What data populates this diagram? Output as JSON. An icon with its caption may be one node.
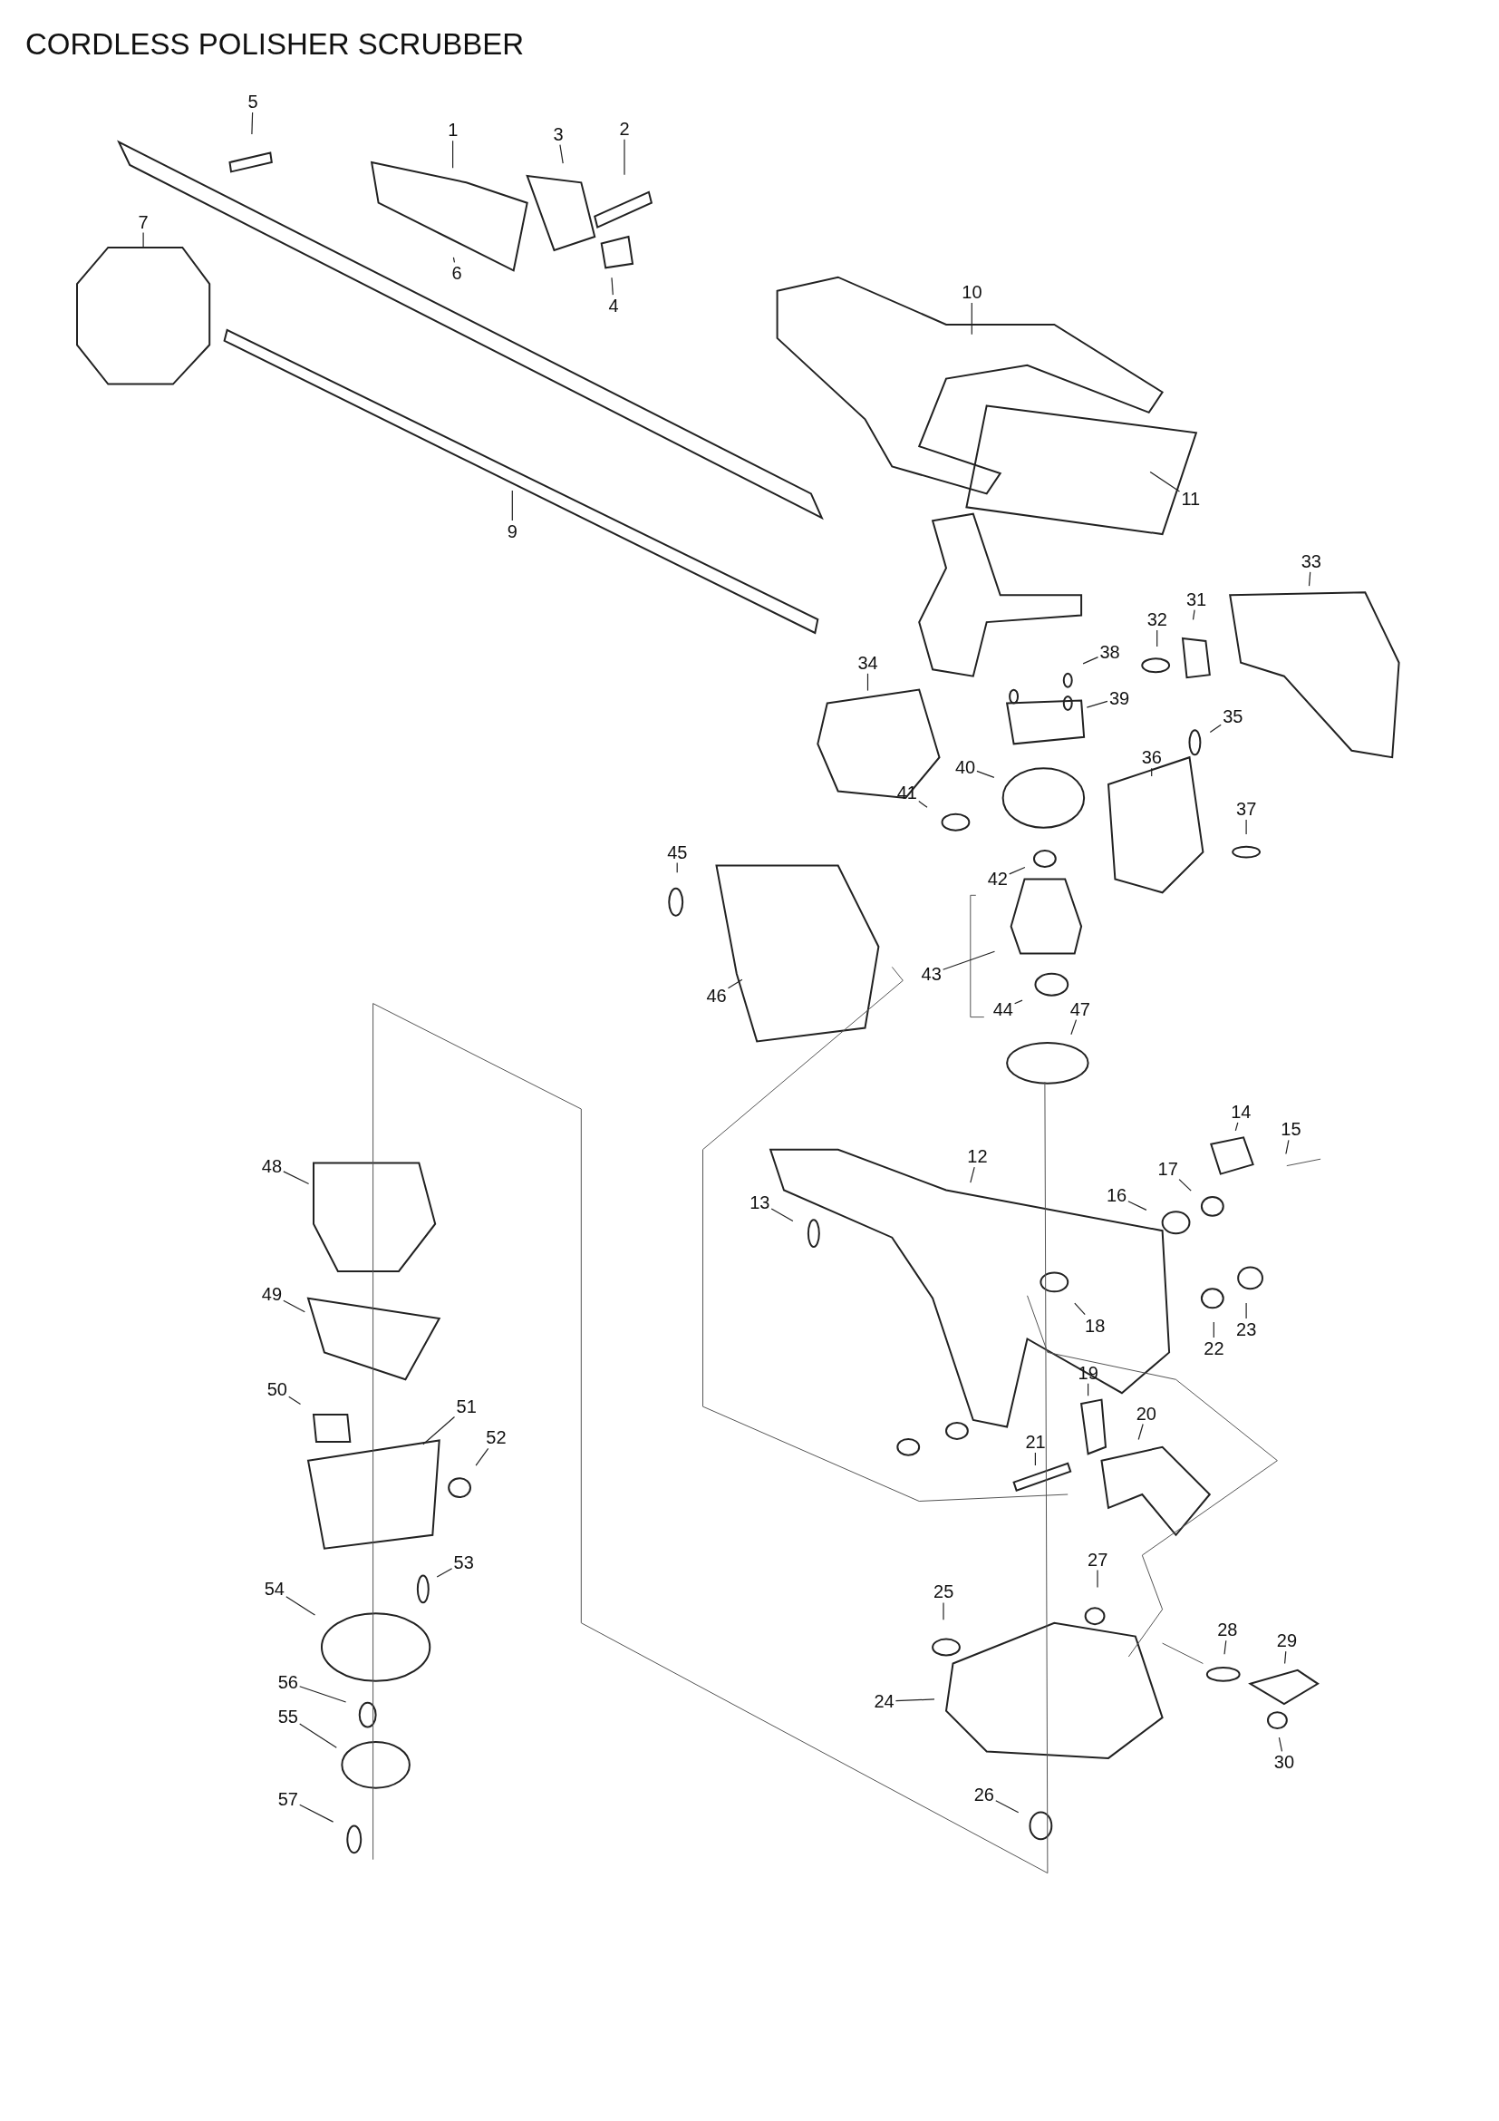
{
  "diagram": {
    "title": "CORDLESS POLISHER SCRUBBER",
    "nodes": [
      {
        "text": [
          "1"
        ]
      },
      {
        "text": [
          "2"
        ]
      },
      {
        "text": [
          "3"
        ]
      },
      {
        "text": [
          "4"
        ]
      },
      {
        "text": [
          "5"
        ]
      },
      {
        "text": [
          "6"
        ]
      },
      {
        "text": [
          "7"
        ]
      },
      {
        "text": [
          "9"
        ]
      },
      {
        "text": [
          "10"
        ]
      },
      {
        "text": [
          "11"
        ]
      },
      {
        "text": [
          "12"
        ]
      },
      {
        "text": [
          "13"
        ]
      },
      {
        "text": [
          "14"
        ]
      },
      {
        "text": [
          "15"
        ]
      },
      {
        "text": [
          "16"
        ]
      },
      {
        "text": [
          "17"
        ]
      },
      {
        "text": [
          "18"
        ]
      },
      {
        "text": [
          "19"
        ]
      },
      {
        "text": [
          "20"
        ]
      },
      {
        "text": [
          "21"
        ]
      },
      {
        "text": [
          "22"
        ]
      },
      {
        "text": [
          "23"
        ]
      },
      {
        "text": [
          "24"
        ]
      },
      {
        "text": [
          "25"
        ]
      },
      {
        "text": [
          "26"
        ]
      },
      {
        "text": [
          "27"
        ]
      },
      {
        "text": [
          "28"
        ]
      },
      {
        "text": [
          "29"
        ]
      },
      {
        "text": [
          "30"
        ]
      },
      {
        "text": [
          "31"
        ]
      },
      {
        "text": [
          "32"
        ]
      },
      {
        "text": [
          "33"
        ]
      },
      {
        "text": [
          "34"
        ]
      },
      {
        "text": [
          "35"
        ]
      },
      {
        "text": [
          "36"
        ]
      },
      {
        "text": [
          "37"
        ]
      },
      {
        "text": [
          "38"
        ]
      },
      {
        "text": [
          "39"
        ]
      },
      {
        "text": [
          "40"
        ]
      },
      {
        "text": [
          "41"
        ]
      },
      {
        "text": [
          "42"
        ]
      },
      {
        "text": [
          "43"
        ]
      },
      {
        "text": [
          "44"
        ]
      },
      {
        "text": [
          "45"
        ]
      },
      {
        "text": [
          "46"
        ]
      },
      {
        "text": [
          "47"
        ]
      },
      {
        "text": [
          "48"
        ]
      },
      {
        "text": [
          "49"
        ]
      },
      {
        "text": [
          "50"
        ]
      },
      {
        "text": [
          "51"
        ]
      },
      {
        "text": [
          "52"
        ]
      },
      {
        "text": [
          "53"
        ]
      },
      {
        "text": [
          "54"
        ]
      },
      {
        "text": [
          "55"
        ]
      },
      {
        "text": [
          "56"
        ]
      },
      {
        "text": [
          "57"
        ]
      }
    ],
    "edges": [
      {
        "from": 0,
        "to": null,
        "arrow": "none"
      },
      {
        "from": 1,
        "to": null,
        "arrow": "none"
      },
      {
        "from": 2,
        "to": null,
        "arrow": "none"
      },
      {
        "from": 3,
        "to": null,
        "arrow": "none"
      },
      {
        "from": 4,
        "to": null,
        "arrow": "none"
      },
      {
        "from": 5,
        "to": null,
        "arrow": "none"
      },
      {
        "from": 6,
        "to": null,
        "arrow": "none"
      },
      {
        "from": 7,
        "to": null,
        "arrow": "none"
      },
      {
        "from": 8,
        "to": null,
        "arrow": "none"
      },
      {
        "from": 9,
        "to": null,
        "arrow": "none"
      },
      {
        "from": 10,
        "to": null,
        "arrow": "none"
      },
      {
        "from": 11,
        "to": null,
        "arrow": "none"
      },
      {
        "from": 12,
        "to": null,
        "arrow": "none"
      },
      {
        "from": 13,
        "to": null,
        "arrow": "none"
      },
      {
        "from": 14,
        "to": null,
        "arrow": "none"
      },
      {
        "from": 15,
        "to": null,
        "arrow": "none"
      },
      {
        "from": 16,
        "to": null,
        "arrow": "none"
      },
      {
        "from": 17,
        "to": null,
        "arrow": "none"
      },
      {
        "from": 18,
        "to": null,
        "arrow": "none"
      },
      {
        "from": 19,
        "to": null,
        "arrow": "none"
      },
      {
        "from": 20,
        "to": null,
        "arrow": "none"
      },
      {
        "from": 21,
        "to": null,
        "arrow": "none"
      },
      {
        "from": 22,
        "to": null,
        "arrow": "none"
      },
      {
        "from": 23,
        "to": null,
        "arrow": "none"
      },
      {
        "from": 24,
        "to": null,
        "arrow": "none"
      },
      {
        "from": 25,
        "to": null,
        "arrow": "none"
      },
      {
        "from": 26,
        "to": null,
        "arrow": "none"
      },
      {
        "from": 27,
        "to": null,
        "arrow": "none"
      },
      {
        "from": 28,
        "to": null,
        "arrow": "none"
      },
      {
        "from": 29,
        "to": null,
        "arrow": "none"
      },
      {
        "from": 30,
        "to": null,
        "arrow": "none"
      },
      {
        "from": 31,
        "to": null,
        "arrow": "none"
      },
      {
        "from": 32,
        "to": null,
        "arrow": "none"
      },
      {
        "from": 33,
        "to": null,
        "arrow": "none"
      },
      {
        "from": 34,
        "to": null,
        "arrow": "none"
      },
      {
        "from": 35,
        "to": null,
        "arrow": "none"
      },
      {
        "from": 36,
        "to": null,
        "arrow": "none"
      },
      {
        "from": 37,
        "to": null,
        "arrow": "none"
      },
      {
        "from": 38,
        "to": null,
        "arrow": "none"
      },
      {
        "from": 39,
        "to": null,
        "arrow": "none"
      },
      {
        "from": 40,
        "to": null,
        "arrow": "none"
      },
      {
        "from": 41,
        "to": null,
        "arrow": "none"
      },
      {
        "from": 42,
        "to": null,
        "arrow": "none"
      },
      {
        "from": 43,
        "to": null,
        "arrow": "none"
      },
      {
        "from": 44,
        "to": null,
        "arrow": "none"
      },
      {
        "from": 45,
        "to": null,
        "arrow": "none"
      },
      {
        "from": 46,
        "to": null,
        "arrow": "none"
      },
      {
        "from": 47,
        "to": null,
        "arrow": "none"
      },
      {
        "from": 48,
        "to": null,
        "arrow": "none"
      },
      {
        "from": 49,
        "to": null,
        "arrow": "none"
      },
      {
        "from": 50,
        "to": null,
        "arrow": "none"
      },
      {
        "from": 51,
        "to": null,
        "arrow": "none"
      },
      {
        "from": 52,
        "to": null,
        "arrow": "none"
      },
      {
        "from": 53,
        "to": null,
        "arrow": "none"
      },
      {
        "from": 54,
        "to": null,
        "arrow": "none"
      },
      {
        "from": 55,
        "to": null,
        "arrow": "none"
      }
    ]
  }
}
